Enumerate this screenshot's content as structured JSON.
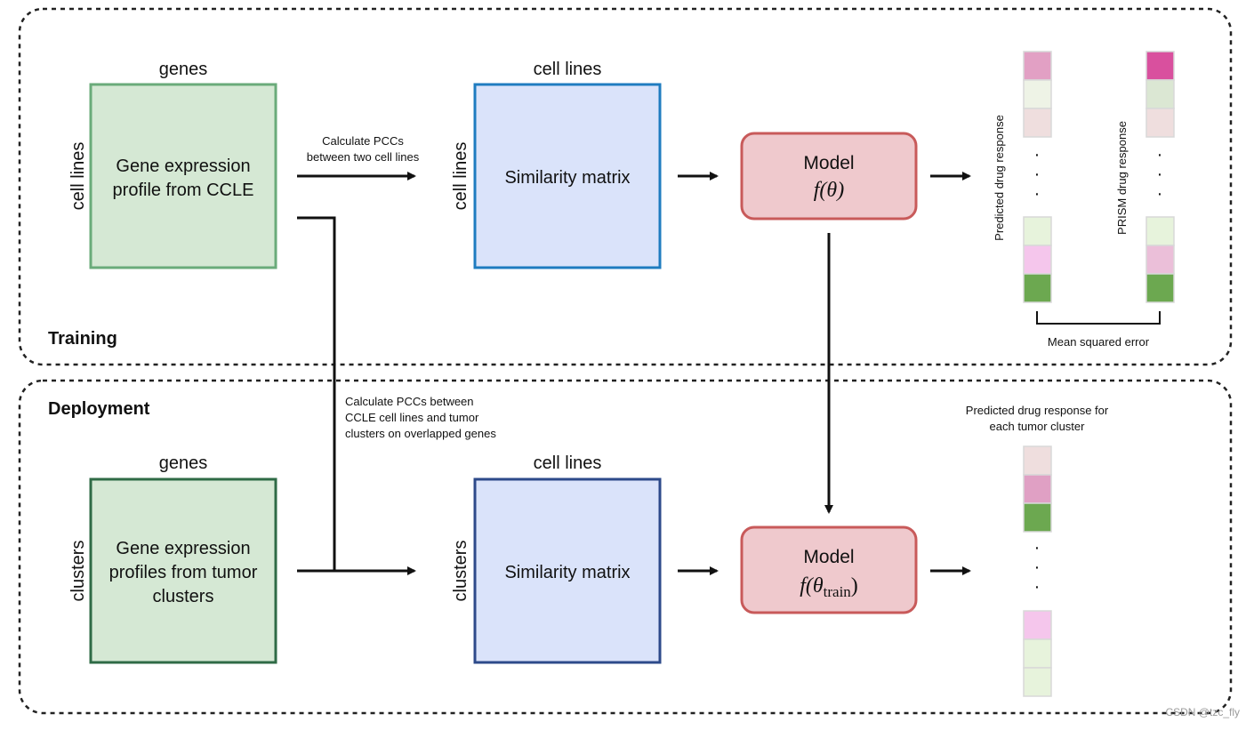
{
  "colors": {
    "green_fill": "#d5e8d4",
    "green_stroke_train": "#6aab7a",
    "green_stroke_deploy": "#2f6b46",
    "blue_fill": "#dae3fa",
    "blue_stroke_train": "#1f7cc0",
    "blue_stroke_deploy": "#2d4a8a",
    "model_fill": "#efc9cd",
    "model_stroke": "#c85a5a"
  },
  "training": {
    "section_label": "Training",
    "gene_box": {
      "top_label": "genes",
      "side_label": "cell lines",
      "text": [
        "Gene expression",
        "profile from CCLE"
      ]
    },
    "arrow_label": [
      "Calculate PCCs",
      "between two cell lines"
    ],
    "sim_box": {
      "top_label": "cell lines",
      "side_label": "cell lines",
      "text": "Similarity matrix"
    },
    "model": {
      "title": "Model",
      "formula": "f(θ)"
    },
    "pred_label": "Predicted drug response",
    "prism_label": "PRISM drug response",
    "mse_label": "Mean squared error",
    "pred_colors": [
      "#e2a0c4",
      "#eef3e6",
      "#efdede",
      "#e7f3dc",
      "#f5c6ec",
      "#6ca850"
    ],
    "prism_colors": [
      "#d9509e",
      "#dbe7d3",
      "#efdede",
      "#e7f3dc",
      "#ebbfd9",
      "#6ca850"
    ]
  },
  "deployment": {
    "section_label": "Deployment",
    "gene_box": {
      "top_label": "genes",
      "side_label": "clusters",
      "text": [
        "Gene expression",
        "profiles from tumor",
        "clusters"
      ]
    },
    "arrow_label": [
      "Calculate PCCs between",
      "CCLE cell lines and tumor",
      "clusters on overlapped genes"
    ],
    "sim_box": {
      "top_label": "cell lines",
      "side_label": "clusters",
      "text": "Similarity matrix"
    },
    "model": {
      "title": "Model",
      "formula_main": "f(θ",
      "formula_sub": "train",
      "formula_close": ")"
    },
    "pred_label": [
      "Predicted drug response for",
      "each tumor cluster"
    ],
    "pred_colors": [
      "#efdede",
      "#e0a0c4",
      "#6ca850",
      "#f5c6ec",
      "#e7f3dc",
      "#e7f3dc"
    ]
  },
  "watermark": "CSDN @tzc_fly",
  "dots": "·"
}
